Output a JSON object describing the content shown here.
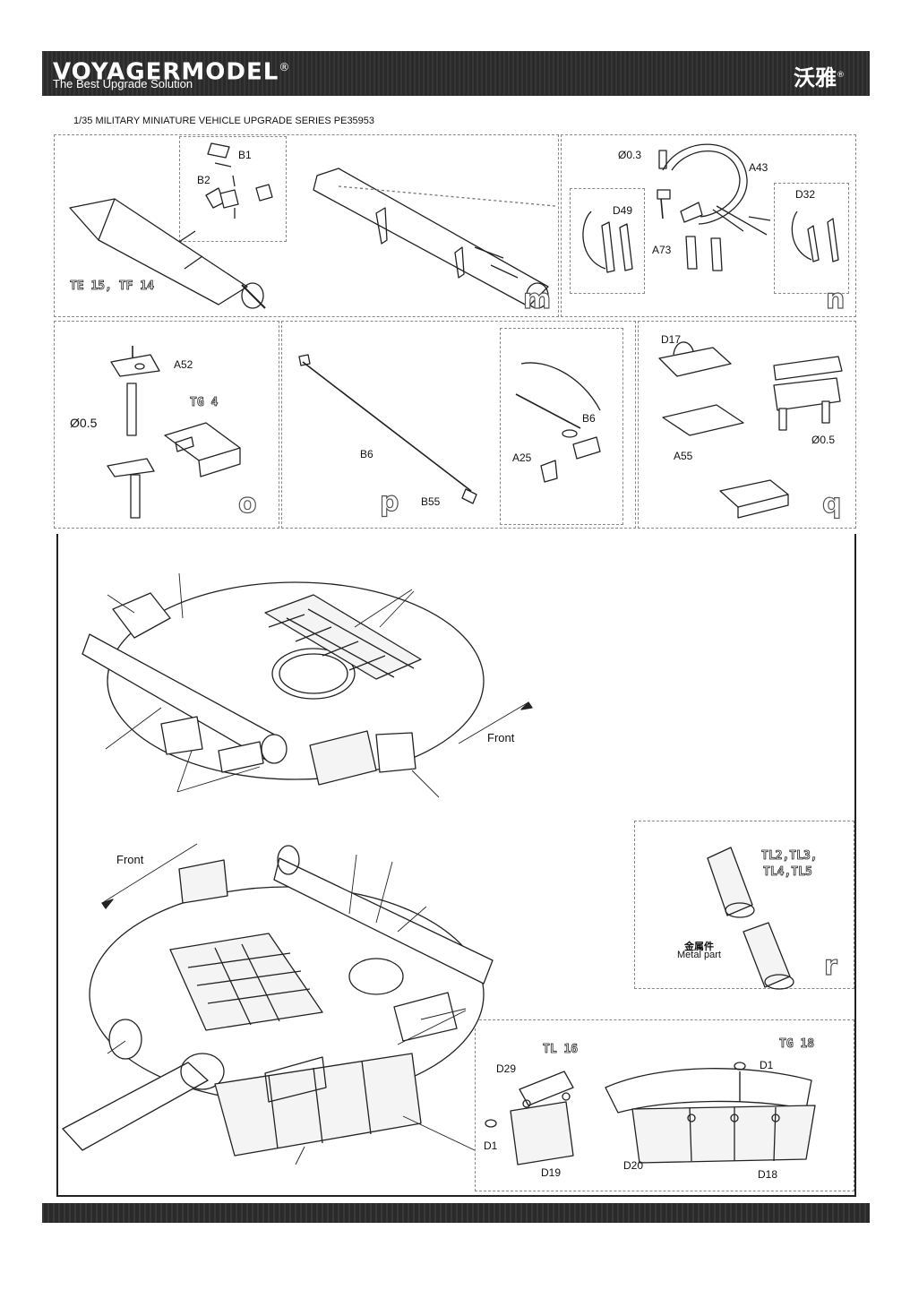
{
  "header": {
    "brand": "VOYAGERMODEL",
    "brand_mark": "®",
    "slogan": "The Best Upgrade Solution",
    "brand_cn": "沃雅",
    "brand_cn_mark": "®"
  },
  "series_title": "1/35 MILITARY MINIATURE VEHICLE  UPGRADE SERIES PE35953",
  "panels": {
    "m": {
      "letter": "m",
      "labels": {
        "b1": "B1",
        "b2": "B2",
        "te15": "TE 15, TF 14"
      }
    },
    "n": {
      "letter": "n",
      "labels": {
        "d03": "Ø0.3",
        "a43": "A43",
        "d49": "D49",
        "a73": "A73",
        "d32": "D32"
      }
    },
    "o": {
      "letter": "o",
      "labels": {
        "a52": "A52",
        "d05": "Ø0.5",
        "tg4": "TG 4"
      }
    },
    "p": {
      "letter": "p",
      "labels": {
        "b6": "B6",
        "b55": "B55",
        "b6b": "B6",
        "a25": "A25"
      }
    },
    "q": {
      "letter": "q",
      "labels": {
        "d17": "D17",
        "a55": "A55",
        "d05": "Ø0.5"
      }
    },
    "r": {
      "letter": "r",
      "labels": {
        "tl": "TL2,TL3,",
        "tl2": "TL4,TL5",
        "metal_cn": "金属件",
        "metal_en": "Metal part"
      }
    }
  },
  "assembly": {
    "front_upper": "Front",
    "front_lower": "Front",
    "skirt_labels": {
      "tl16": "TL 16",
      "tg18": "TG 18",
      "d29": "D29",
      "d1a": "D1",
      "d1b": "D1",
      "d19": "D19",
      "d20": "D20",
      "d18": "D18"
    }
  },
  "colors": {
    "bar": "#2a2a2a",
    "line": "#222222",
    "dash": "#888888"
  }
}
